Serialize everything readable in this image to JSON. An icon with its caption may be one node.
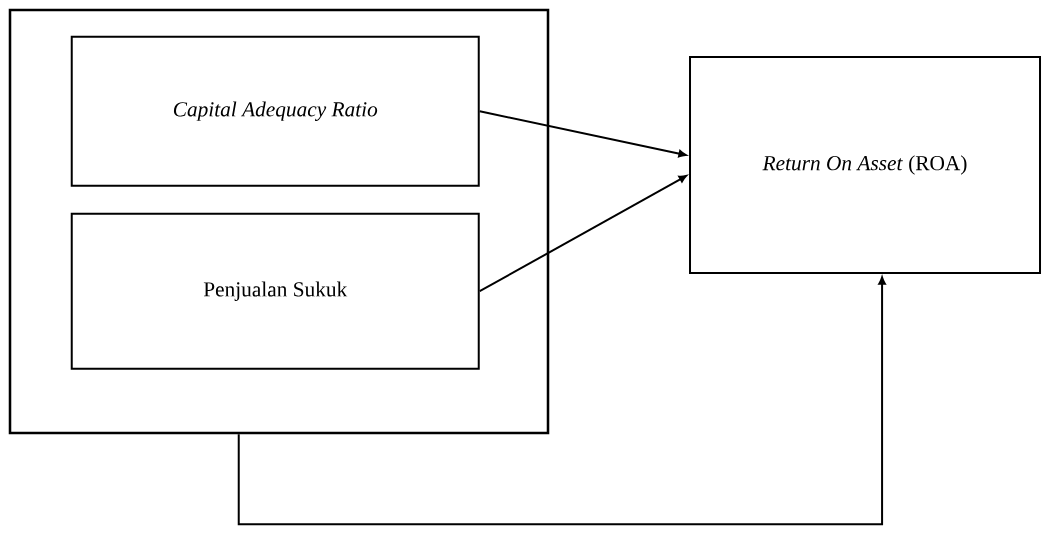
{
  "diagram": {
    "nodes": [
      {
        "text": [],
        "shape": "box"
      },
      {
        "text": [
          "Capital Adequacy Ratio"
        ],
        "in": 0
      },
      {
        "text": [
          "Penjualan Sukuk"
        ],
        "in": 0
      },
      {
        "text": [
          "*Return On Asset* (ROA)"
        ]
      }
    ],
    "edges": [
      {
        "from": 1,
        "to": 3,
        "arrow": "to"
      },
      {
        "from": 2,
        "to": 3,
        "arrow": "to"
      },
      {
        "from": 0,
        "to": 3,
        "arrow": "to"
      }
    ]
  }
}
